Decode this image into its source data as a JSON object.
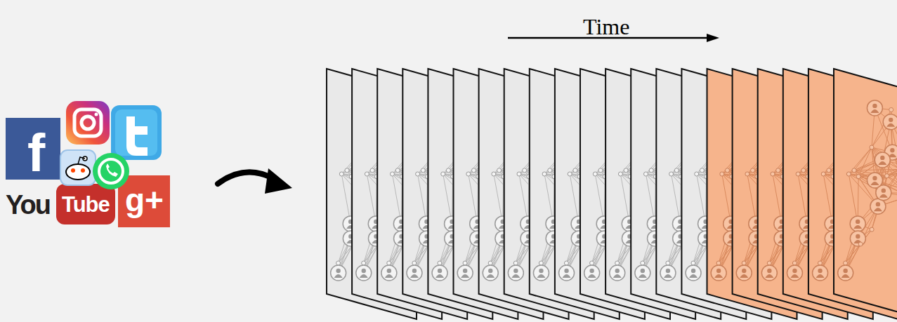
{
  "diagram": {
    "labels": [
      "Time",
      "f",
      "You",
      "Tube",
      "g+"
    ]
  }
}
